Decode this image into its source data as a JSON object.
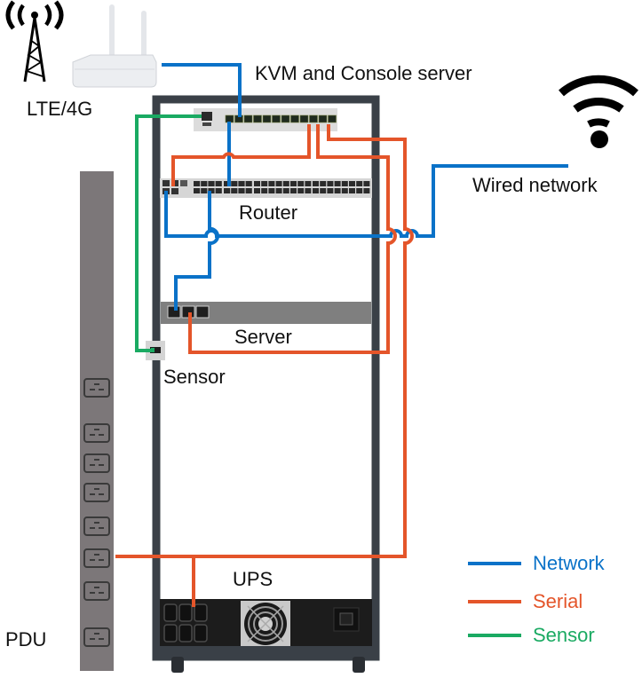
{
  "title": "Rack connectivity diagram",
  "labels": {
    "lte": "LTE/4G",
    "kvm": "KVM and Console server",
    "router": "Router",
    "server": "Server",
    "sensor": "Sensor",
    "ups": "UPS",
    "pdu": "PDU",
    "wired": "Wired network"
  },
  "colors": {
    "network": "#0a72c8",
    "serial": "#e4552a",
    "sensor": "#1aaa62",
    "rack": "#3a4047",
    "pdu": "#7c7779"
  },
  "legend": [
    {
      "key": "network",
      "label": "Network",
      "color": "#0a72c8"
    },
    {
      "key": "serial",
      "label": "Serial",
      "color": "#e4552a"
    },
    {
      "key": "sensor",
      "label": "Sensor",
      "color": "#1aaa62"
    }
  ],
  "icons": [
    "cell-tower-icon",
    "lte-router-icon",
    "wifi-icon"
  ],
  "devices": {
    "kvm_ports": 12,
    "router_port_groups": 4,
    "server_ports": 3,
    "pdu_outlets": 8,
    "ups_outlets": 6
  },
  "connections": [
    {
      "type": "network",
      "from": "LTE/4G",
      "to": "KVM and Console server"
    },
    {
      "type": "network",
      "from": "KVM and Console server",
      "to": "Router"
    },
    {
      "type": "network",
      "from": "Router",
      "to": "Wired network"
    },
    {
      "type": "network",
      "from": "Router",
      "to": "Server"
    },
    {
      "type": "serial",
      "from": "KVM and Console server",
      "to": "Router"
    },
    {
      "type": "serial",
      "from": "KVM and Console server",
      "to": "Server"
    },
    {
      "type": "serial",
      "from": "KVM and Console server",
      "to": "UPS / PDU"
    },
    {
      "type": "sensor",
      "from": "KVM and Console server",
      "to": "Sensor"
    }
  ]
}
